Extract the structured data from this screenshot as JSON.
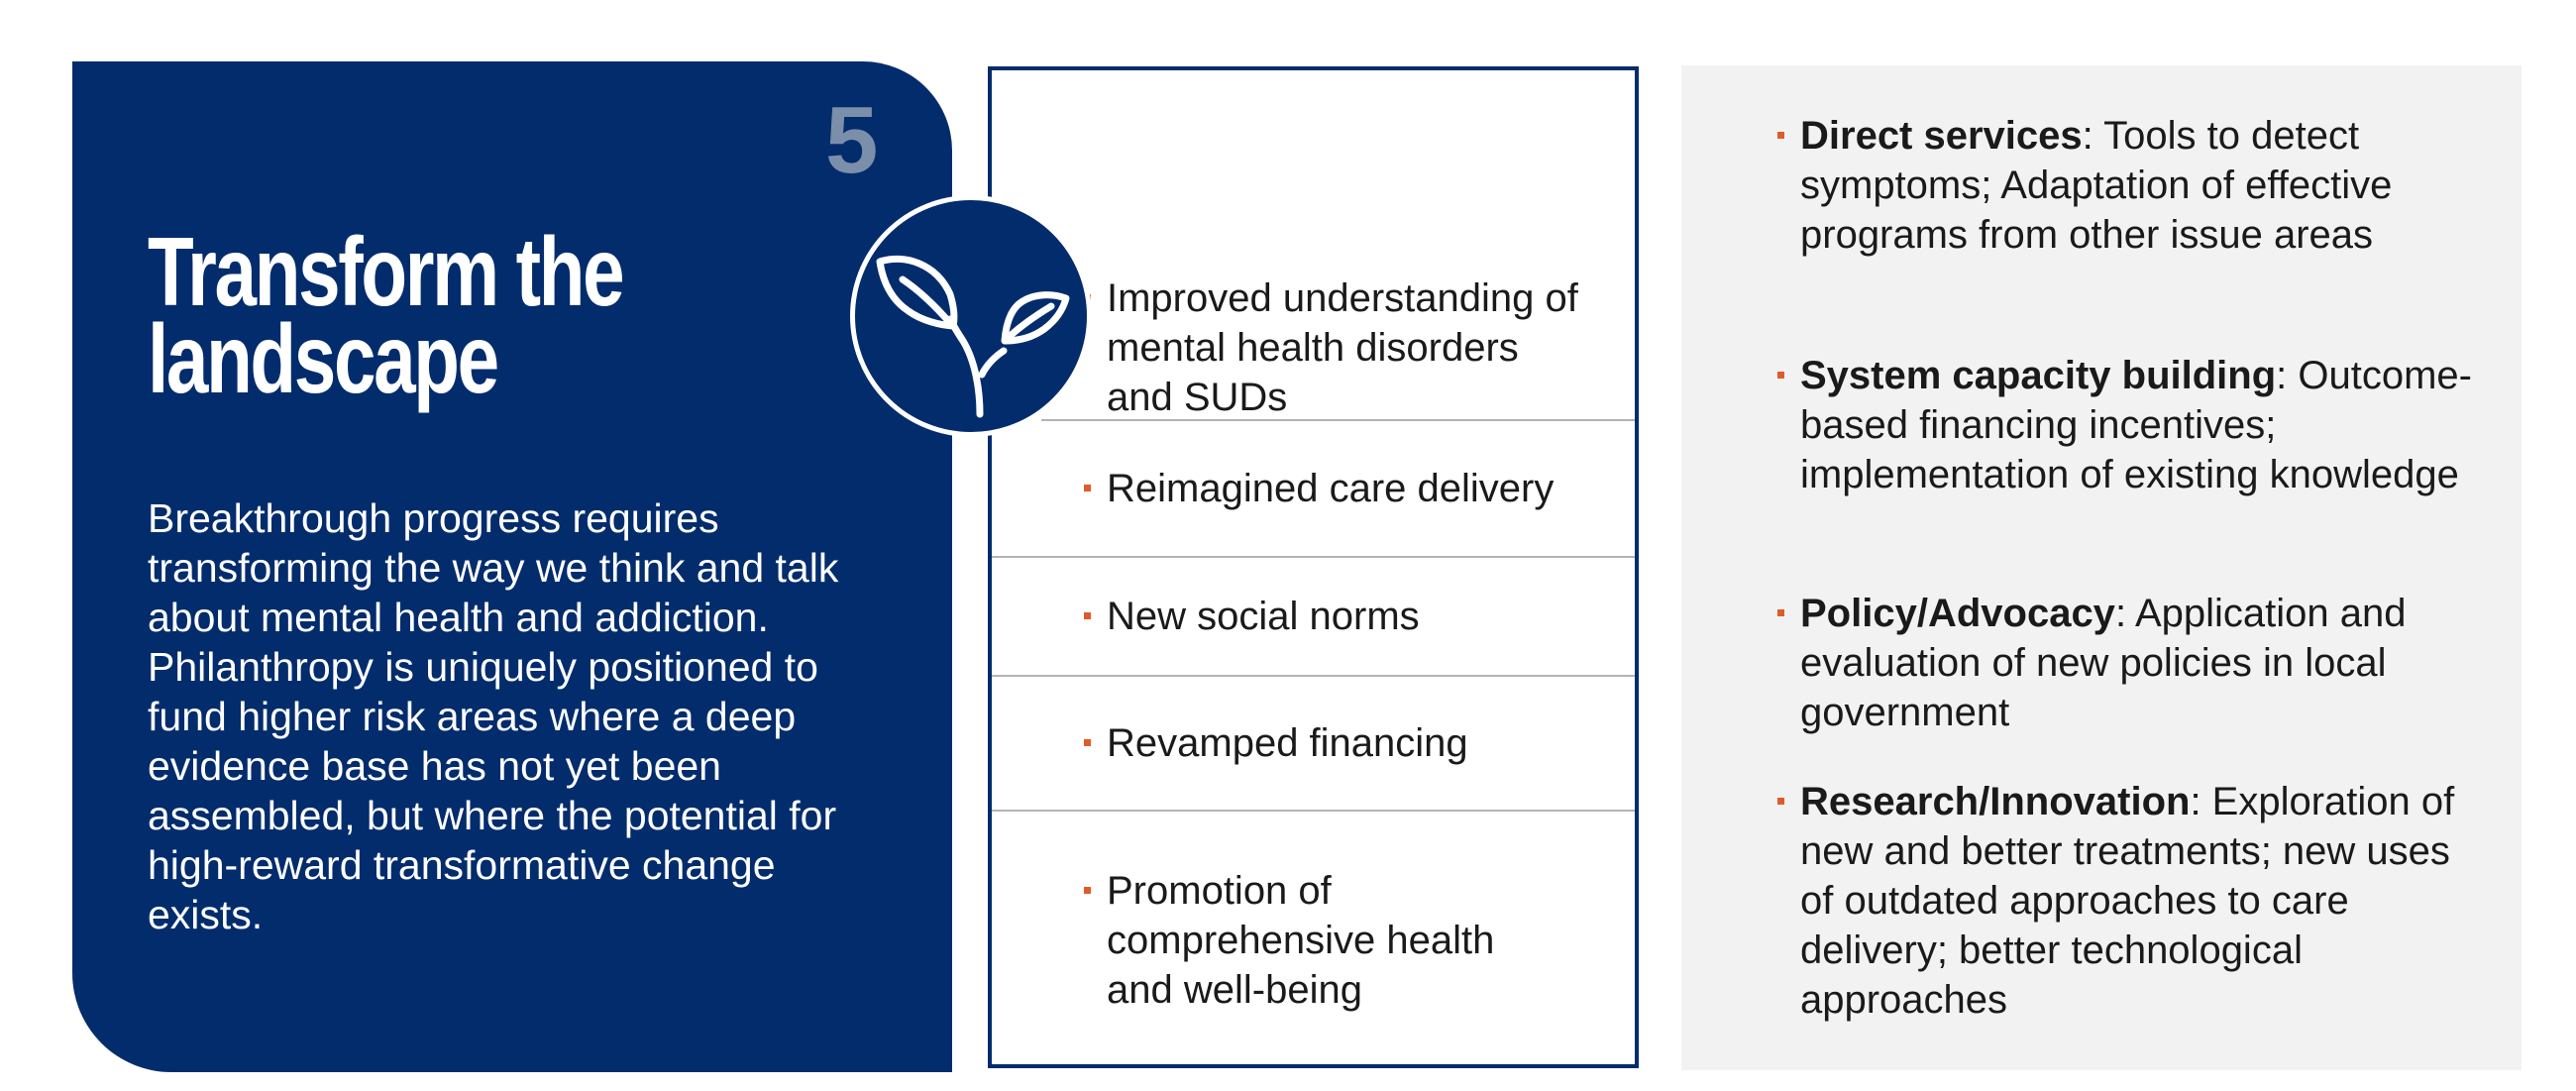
{
  "step_number": "5",
  "panel": {
    "title": "Transform the landscape",
    "body": "Breakthrough progress requires transforming the way we think and talk about mental health and addiction. Philanthropy is uniquely positioned to fund higher risk areas where a deep evidence base has not yet been assembled, but where the potential for high-reward transformative change exists."
  },
  "icon": "sprout-icon",
  "outcomes": [
    "Improved understanding of mental health disorders and SUDs",
    "Reimagined care delivery",
    "New social norms",
    "Revamped financing",
    "Promotion of comprehensive health and well-being"
  ],
  "strategies": [
    {
      "heading": "Direct services",
      "separator": ":",
      "text": " Tools to detect symptoms; Adaptation of effective programs from other issue areas"
    },
    {
      "heading": "System capacity building",
      "separator": ":",
      "text": " Outcome-based financing incentives; implementation of existing knowledge"
    },
    {
      "heading": "Policy/Advocacy",
      "separator": ":",
      "text": " Application and evaluation of new policies in local government"
    },
    {
      "heading": "Research/Innovation",
      "separator": ":",
      "text": " Exploration of new and better treatments; new uses of outdated approaches to care delivery; better technological approaches"
    }
  ],
  "colors": {
    "navy": "#032c6d",
    "bullet": "#e15b29",
    "number": "#7b8fab",
    "panel_gray": "#f2f2f2"
  }
}
